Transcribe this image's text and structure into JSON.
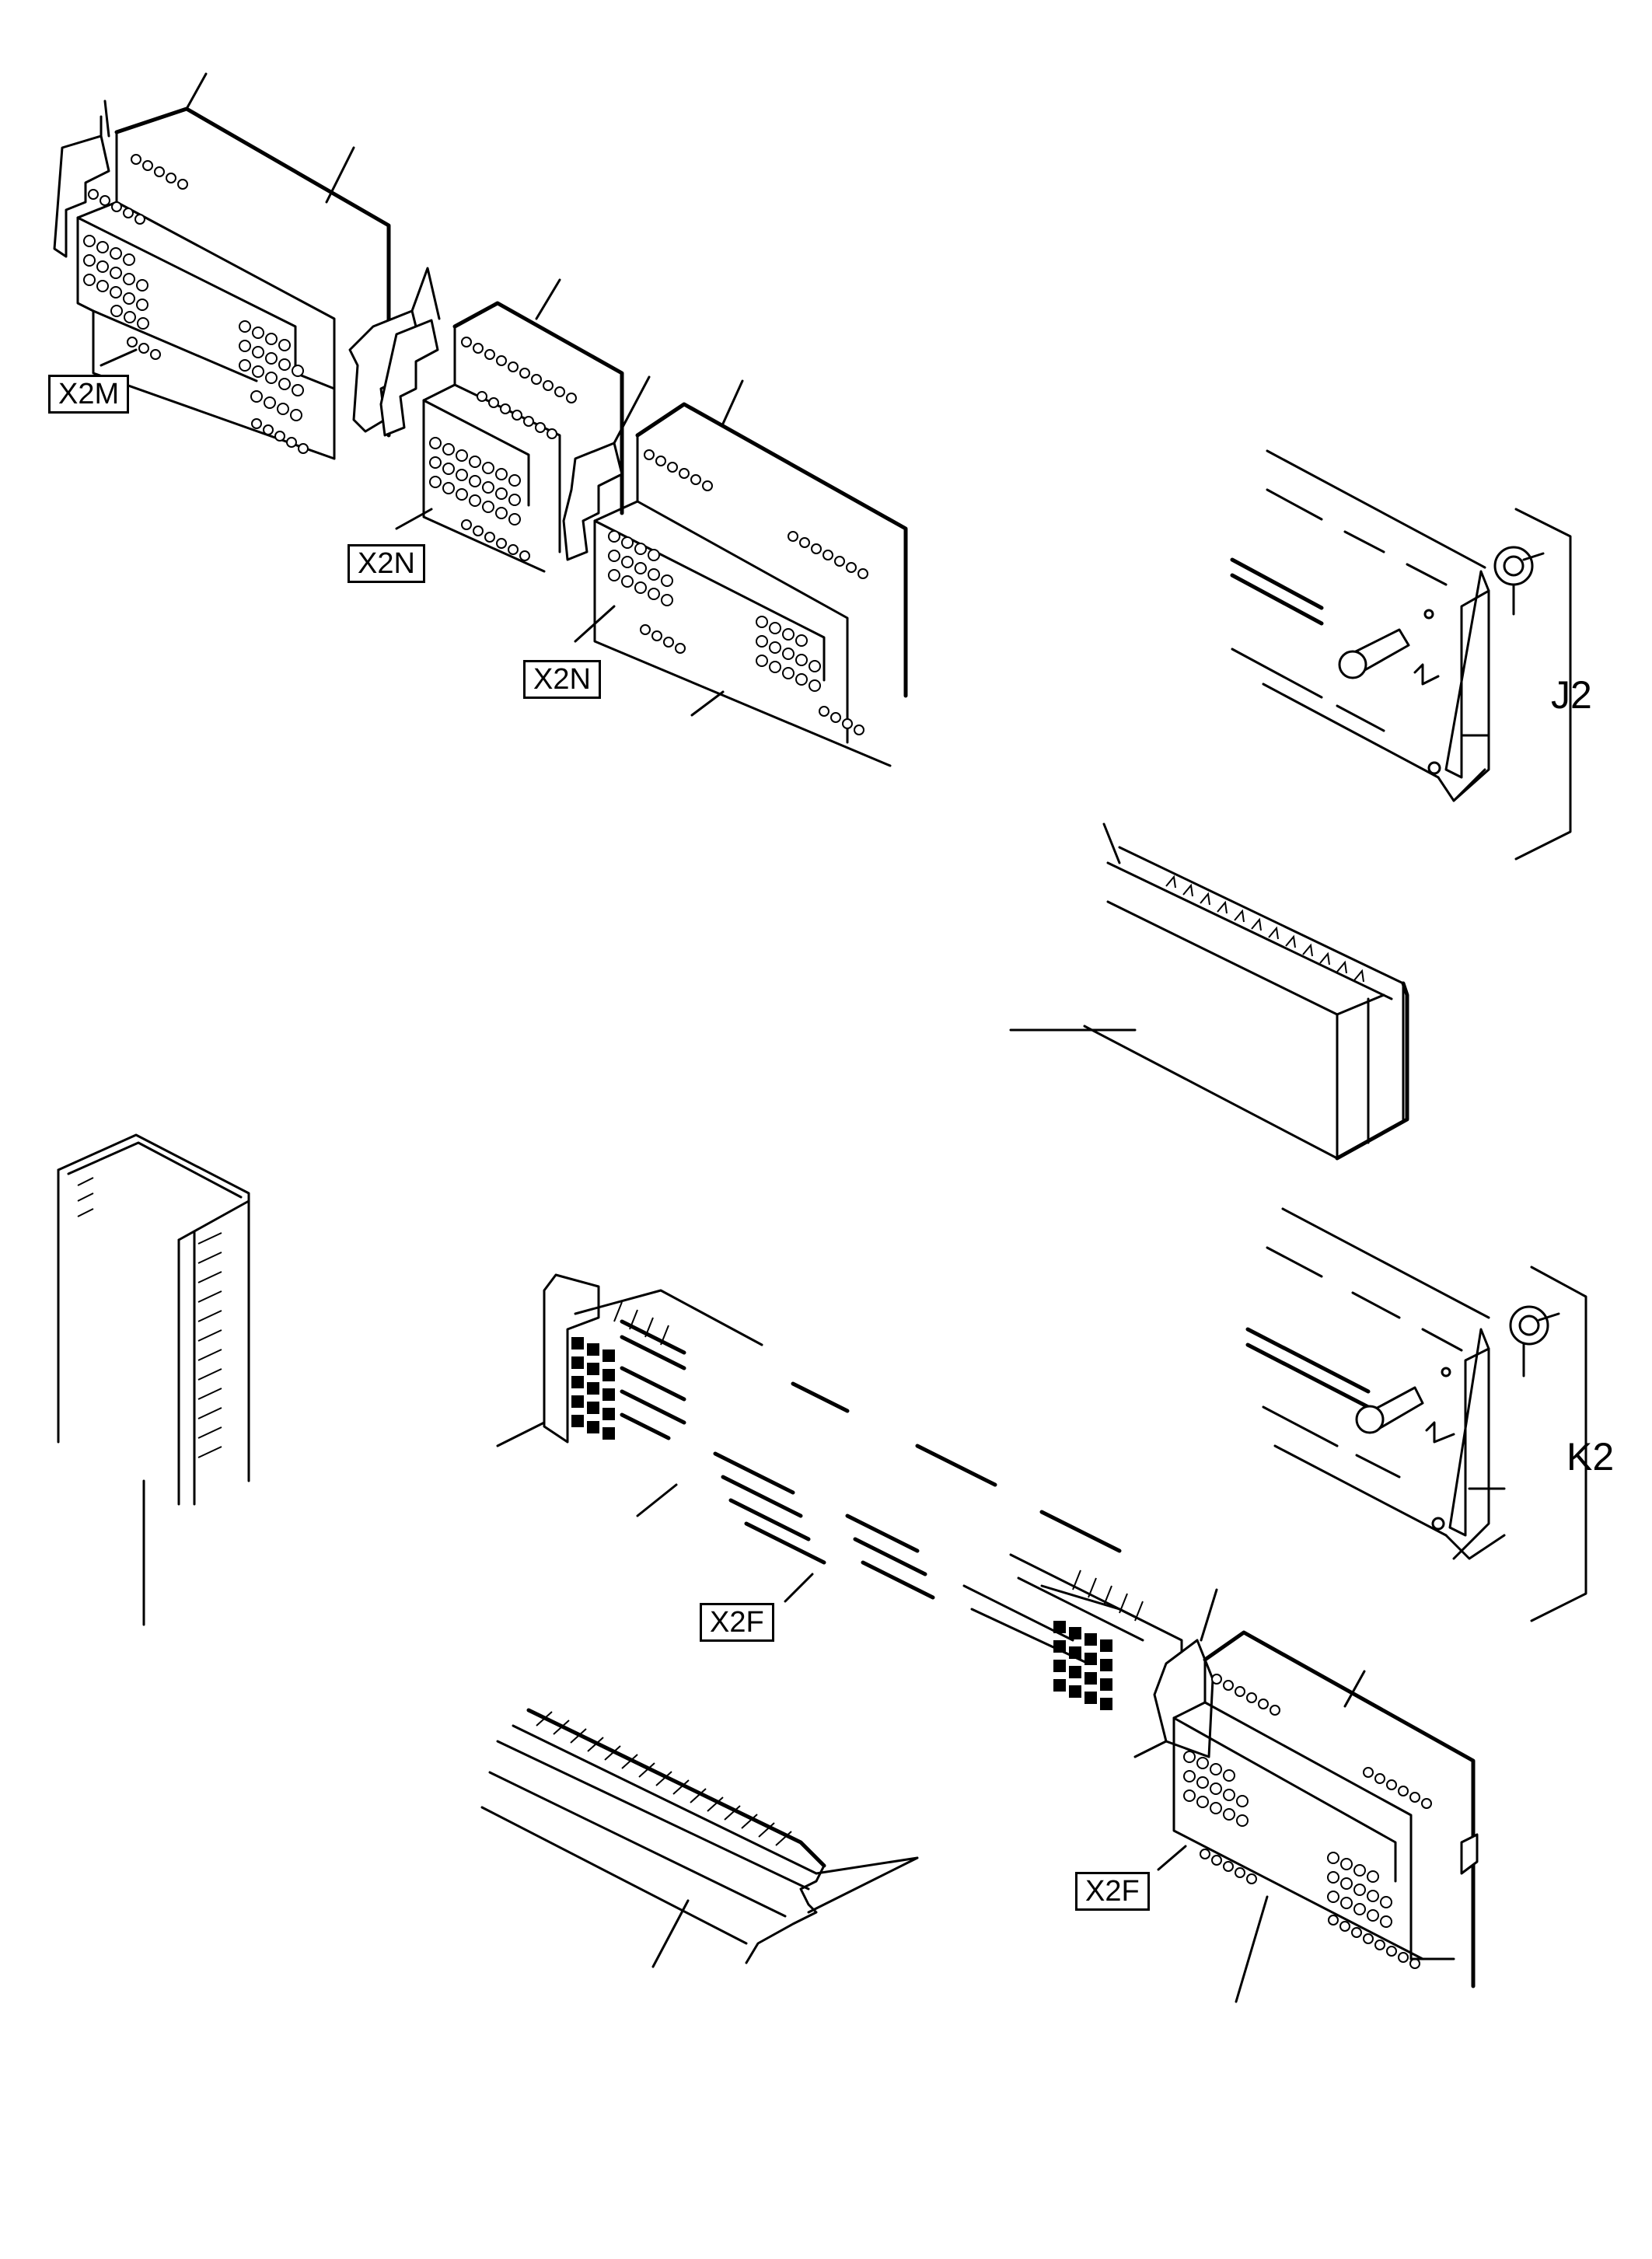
{
  "labels": {
    "x2m": "X2M",
    "x2n_a": "X2N",
    "x2n_b": "X2N",
    "x2f_a": "X2F",
    "x2f_b": "X2F",
    "j2": "J2",
    "k2": "K2"
  }
}
